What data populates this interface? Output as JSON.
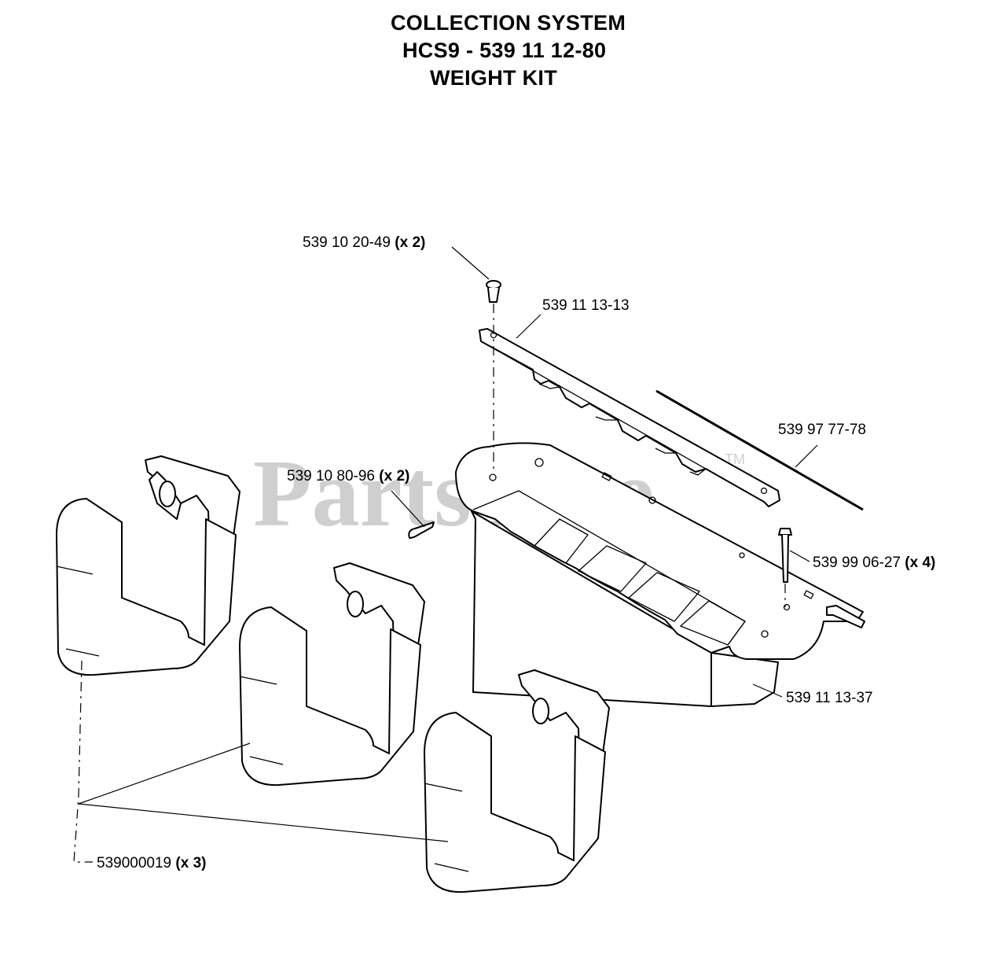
{
  "title": {
    "line1": "COLLECTION SYSTEM",
    "line2": "HCS9 - 539 11 12-80",
    "line3": "WEIGHT KIT"
  },
  "watermark": {
    "text": "PartsTree",
    "mark": "TM"
  },
  "parts": [
    {
      "part_number": "539 10 20-49",
      "qty": "(x 2)"
    },
    {
      "part_number": "539 11 13-13",
      "qty": ""
    },
    {
      "part_number": "539 97 77-78",
      "qty": ""
    },
    {
      "part_number": "539 10 80-96",
      "qty": "(x 2)"
    },
    {
      "part_number": "539 99 06-27",
      "qty": "(x 4)"
    },
    {
      "part_number": "539 11 13-37",
      "qty": ""
    },
    {
      "part_number": "539000019",
      "qty": "(x 3)"
    }
  ]
}
